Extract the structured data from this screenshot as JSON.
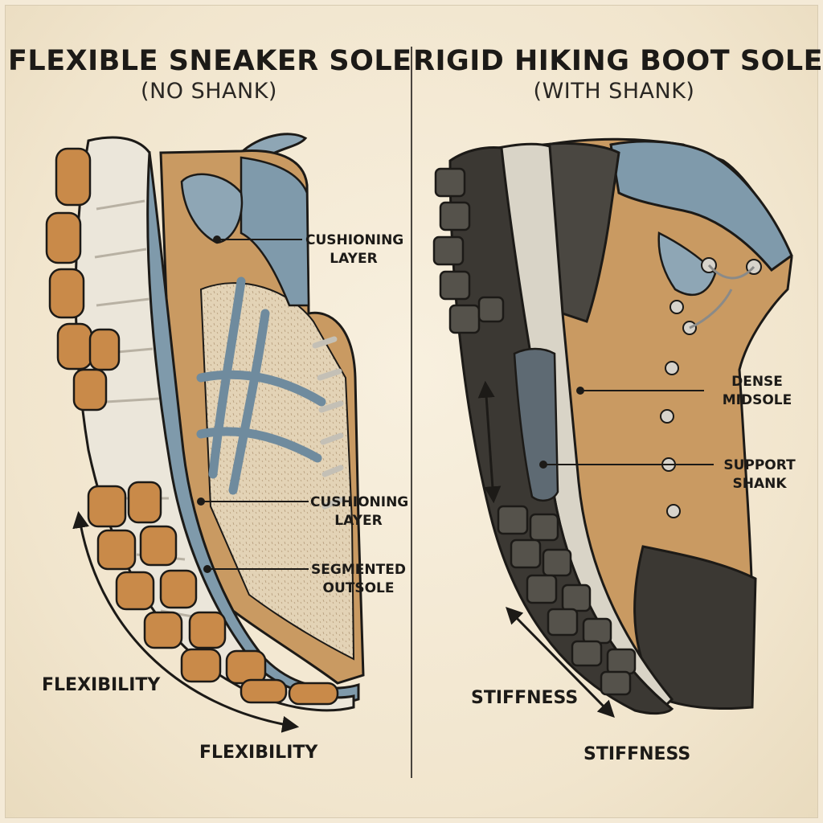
{
  "left_panel": {
    "title": "FLEXIBLE SNEAKER SOLE",
    "subtitle": "(NO SHANK)",
    "callouts": {
      "upper": "CUSHIONING\nLAYER",
      "middle": "CUSHIONING\nLAYER",
      "outsole": "SEGMENTED\nOUTSOLE"
    },
    "arrow_label_side": "FLEXIBILITY",
    "arrow_label_bottom": "FLEXIBILITY"
  },
  "right_panel": {
    "title": "RIGID HIKING BOOT SOLE",
    "subtitle": "(WITH SHANK)",
    "callouts": {
      "midsole": "DENSE\nMIDSOLE",
      "shank": "SUPPORT\nSHANK"
    },
    "arrow_label_side": "STIFFNESS",
    "arrow_label_bottom": "STIFFNESS"
  },
  "colors": {
    "tan_leather": "#c99a62",
    "slate_blue": "#7f9aab",
    "sole_white": "#ebe6da",
    "outsole_orange": "#c98a49",
    "boot_rubber": "#3b3833",
    "ink": "#1c1a17"
  }
}
